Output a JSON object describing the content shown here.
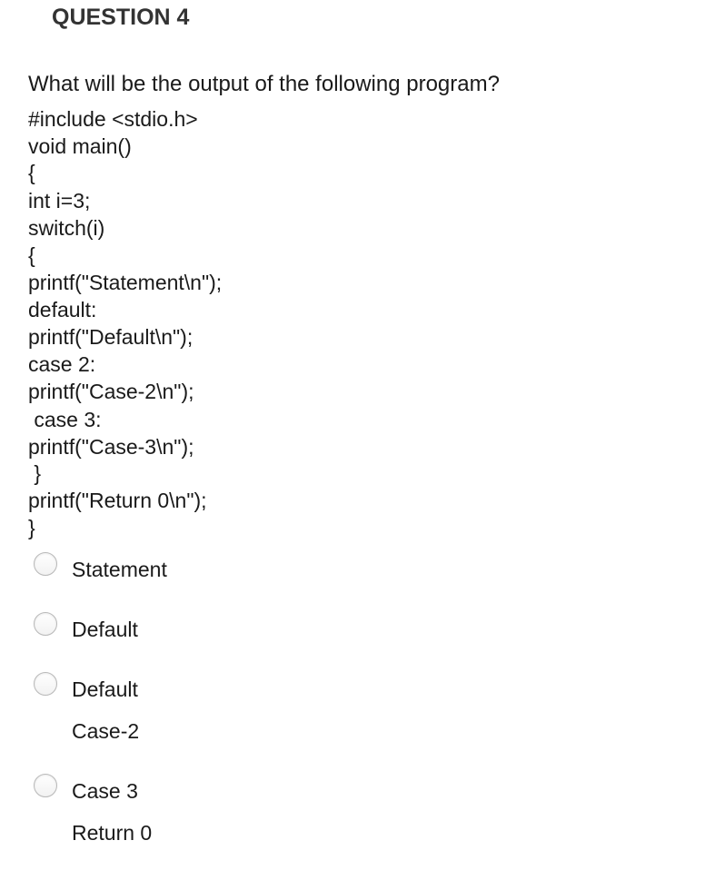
{
  "title": "QUESTION 4",
  "question": "What will be the output of the following program?",
  "code_lines": [
    "#include <stdio.h>",
    "void main()",
    "{",
    "int i=3;",
    "switch(i)",
    "{",
    "printf(\"Statement\\n\");",
    "default:",
    "printf(\"Default\\n\");",
    "case 2:",
    "printf(\"Case-2\\n\");",
    " case 3:",
    "printf(\"Case-3\\n\");",
    " }",
    "printf(\"Return 0\\n\");",
    "}"
  ],
  "options": [
    {
      "lines": [
        "Statement"
      ],
      "selected": false
    },
    {
      "lines": [
        "Default"
      ],
      "selected": false
    },
    {
      "lines": [
        "Default",
        "Case-2"
      ],
      "selected": false
    },
    {
      "lines": [
        "Case 3",
        "Return 0"
      ],
      "selected": false
    }
  ]
}
